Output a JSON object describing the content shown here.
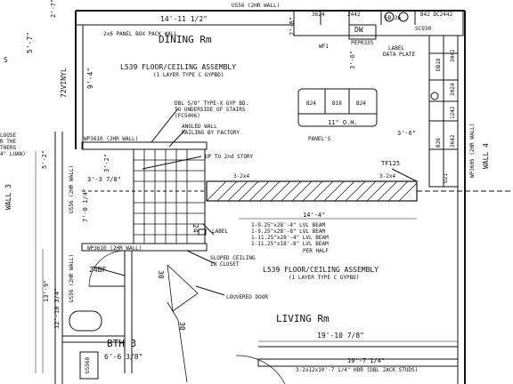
{
  "drawing": {
    "rooms": {
      "dining": "DINING Rm",
      "living": "LIVING Rm",
      "bath": "BTH 3",
      "bath_dim": "6'-6 3/8\""
    },
    "dims": {
      "d_14_11": "14'-11 1/2\"",
      "d_5_7": "5'-7\"",
      "d_2_7": "2'-7\"",
      "d_9_4": "9'-4\"",
      "d_3_6a": "3'-6\"",
      "d_3_6b": "3'-6\"",
      "d_5_2": "5'-2\"",
      "d_3_2": "3'-2\"",
      "d_3_3": "3'-3 7/8\"",
      "d_7_0": "7'-0 1/4\"",
      "d_14_4": "14'-4\"",
      "d_19_10": "19'-10 7/8\"",
      "d_12_10": "12'-10 3/4\"",
      "d_13_9": "13'-9\"",
      "d_10_7": "10'-7 1/4\"",
      "d_2_8": "2'-8\"",
      "d_24": "24",
      "d_30a": "30",
      "d_30b": "30",
      "d_11": "11\" O.H."
    },
    "labels": {
      "wall_top": "US56 (2HR WALL)",
      "panel": "2x6 PANEL BOX PACK WALL",
      "floor1": "L539 FLOOR/CEILING ASSEMBLY",
      "floor1_sub": "(1 LAYER TYPE C GYPBD)",
      "floor2": "L539 FLOOR/CEILING ASSEMBLY",
      "floor2_sub": "(1 LAYER TYPE C GYPBD)",
      "vinyl": "72VINYL",
      "dbl_58_1": "DBL 5/8\" TYPE-X GYP BD.",
      "dbl_58_2": "TO UNDERSIDE OF STAIRS",
      "dbl_58_3": "(FC5406)",
      "angled_1": "ANGLED WALL",
      "angled_2": "RAILING BY FACTORY",
      "up": "UP TO 2nd STORY",
      "w_upper": "WP3610 (2HR WALL)",
      "w_lower": "WP3610 (2HR WALL)",
      "us56_v": "US56 (2HR WALL)",
      "wall3": "WALL 3",
      "wall4": "WALL 4",
      "tf125": "TF125",
      "c_3624": "3624",
      "c_2442": "2442",
      "c_sb": "SB 36",
      "c_b42": "B42 DC2442",
      "c_sc": "SC930",
      "dw": "DW",
      "pepr": "PEPR335",
      "label_data_1": "LABEL",
      "label_data_2": "DATA PLATE",
      "wf1": "WF1",
      "b24a": "B24",
      "b18": "B18",
      "b24b": "B24",
      "panels": "PANEL'S",
      "db18": "DB18",
      "c3042": "3042",
      "c1242": "1242",
      "c3024": "3024",
      "b36": "B36",
      "c3642": "3642",
      "u21": "U21",
      "wp3605": "WP3605 (2HR WALL)",
      "beam_hdr": "3-2x4",
      "beam_hdr2": "3-2x4",
      "beam1": "1-9.25\"x28'-4\" LVL BEAM",
      "beam2": "1-9.25\"x28'-8\" LVL BEAM",
      "beam3": "1-11.25\"x28'-4\" LVL BEAM",
      "beam4": "1-11.25\"x18'-8\" LVL BEAM",
      "per_half": "PER HALF",
      "label_small": "LABEL",
      "sloped_1": "SLOPED CEILING",
      "sloped_2": "IN CLOSET",
      "louvered": "LOUVERED DOOR",
      "bf24": "24BF",
      "us56_b": "US56 (2HR WALL)",
      "header": "3-2x12x10'-7 1/4\" HDR (DBL JACK STUDS)",
      "loose1": "LOOSE",
      "loose2": "R THE",
      "loose3": "THERS",
      "loose4": "4\" LUAN)",
      "edge_s": "S",
      "us560": "US560"
    }
  }
}
